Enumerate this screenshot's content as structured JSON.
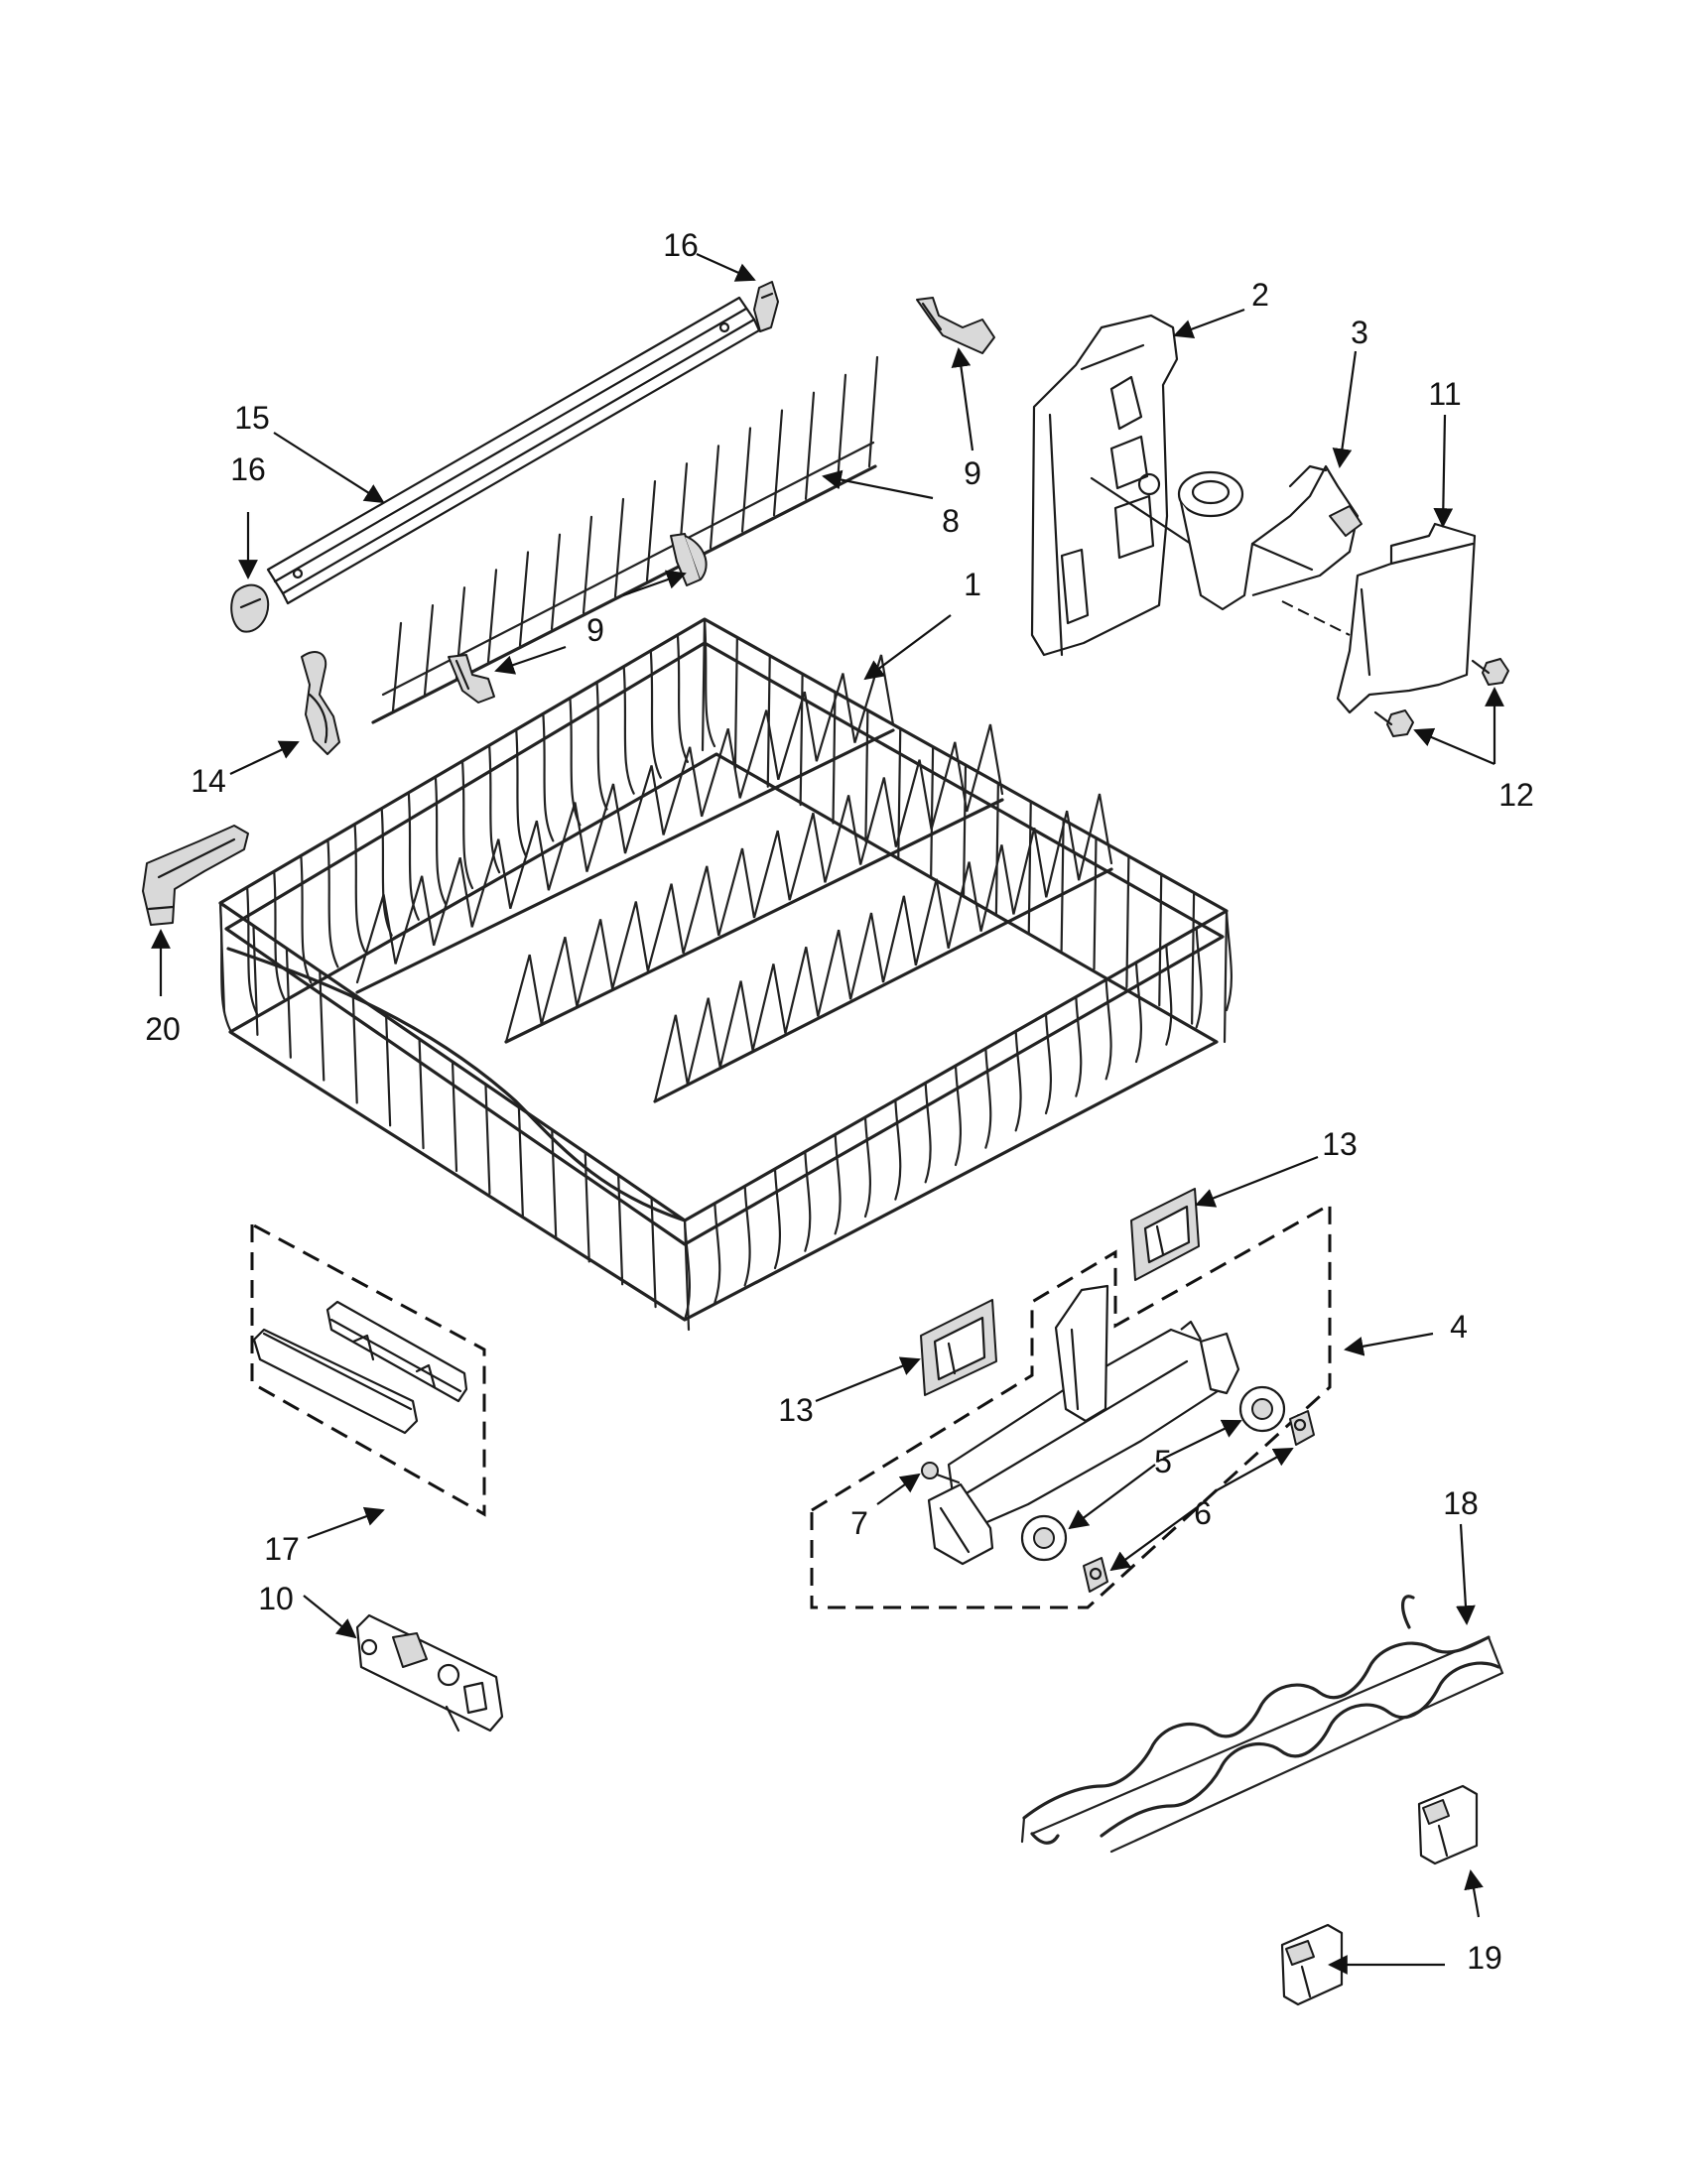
{
  "callouts": [
    {
      "id": "c16a",
      "label": "16"
    },
    {
      "id": "c2",
      "label": "2"
    },
    {
      "id": "c3",
      "label": "3"
    },
    {
      "id": "c11",
      "label": "11"
    },
    {
      "id": "c15",
      "label": "15"
    },
    {
      "id": "c16b",
      "label": "16"
    },
    {
      "id": "c9a",
      "label": "9"
    },
    {
      "id": "c8",
      "label": "8"
    },
    {
      "id": "c1",
      "label": "1"
    },
    {
      "id": "c9b",
      "label": "9"
    },
    {
      "id": "c14",
      "label": "14"
    },
    {
      "id": "c12",
      "label": "12"
    },
    {
      "id": "c20",
      "label": "20"
    },
    {
      "id": "c13a",
      "label": "13"
    },
    {
      "id": "c4",
      "label": "4"
    },
    {
      "id": "c13b",
      "label": "13"
    },
    {
      "id": "c5",
      "label": "5"
    },
    {
      "id": "c6",
      "label": "6"
    },
    {
      "id": "c7",
      "label": "7"
    },
    {
      "id": "c17",
      "label": "17"
    },
    {
      "id": "c10",
      "label": "10"
    },
    {
      "id": "c18",
      "label": "18"
    },
    {
      "id": "c19",
      "label": "19"
    }
  ]
}
